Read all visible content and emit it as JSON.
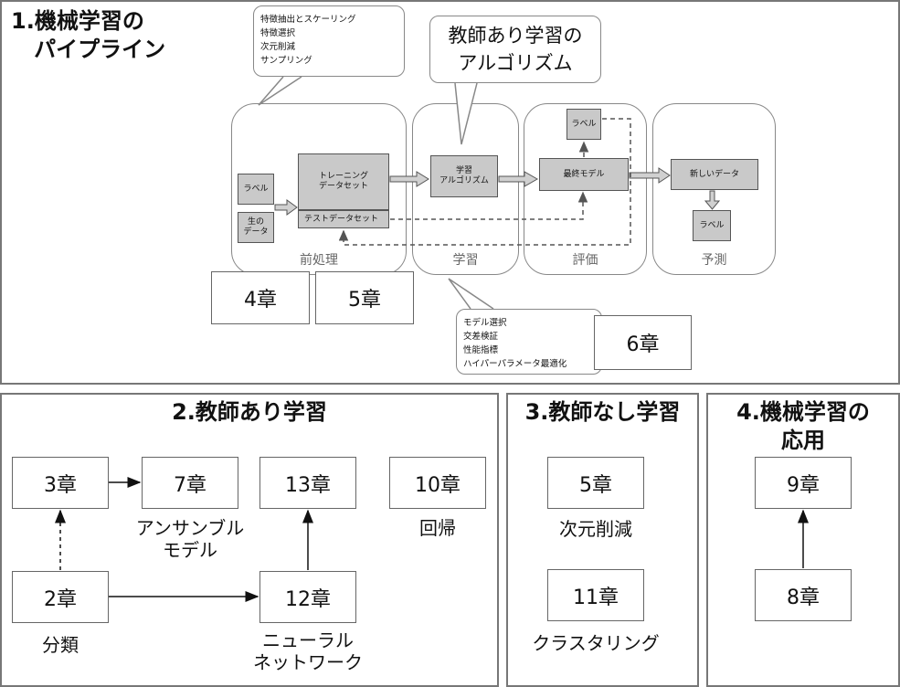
{
  "panel1": {
    "title": "1.機械学習の\n   パイプライン",
    "callout_preprocessing": [
      "特徴抽出とスケーリング",
      "特徴選択",
      "次元削減",
      "サンプリング"
    ],
    "callout_algorithm": "教師あり学習の\nアルゴリズム",
    "callout_learning": [
      "モデル選択",
      "交差検証",
      "性能指標",
      "ハイパーパラメータ最適化"
    ],
    "stages": {
      "preprocessing": "前処理",
      "learning": "学習",
      "evaluation": "評価",
      "prediction": "予測"
    },
    "boxes": {
      "label_in": "ラベル",
      "raw_data": "生の\nデータ",
      "training_set": "トレーニング\nデータセット",
      "test_set": "テストデータセット",
      "algorithm": "学習\nアルゴリズム",
      "final_model": "最終モデル",
      "label_eval": "ラベル",
      "new_data": "新しいデータ",
      "label_out": "ラベル"
    },
    "chapters": {
      "ch4": "4章",
      "ch5": "5章",
      "ch6": "6章"
    }
  },
  "panel2": {
    "title": "2.教師あり学習",
    "chapters": {
      "ch3": "3章",
      "ch7": "7章",
      "ch13": "13章",
      "ch10": "10章",
      "ch2": "2章",
      "ch12": "12章"
    },
    "labels": {
      "ensemble": "アンサンブル\nモデル",
      "regression": "回帰",
      "classification": "分類",
      "neural": "ニューラル\nネットワーク"
    }
  },
  "panel3": {
    "title": "3.教師なし学習",
    "chapters": {
      "ch5": "5章",
      "ch11": "11章"
    },
    "labels": {
      "dimred": "次元削減",
      "clustering": "クラスタリング"
    }
  },
  "panel4": {
    "title": "4.機械学習の\n応用",
    "chapters": {
      "ch9": "9章",
      "ch8": "8章"
    }
  }
}
